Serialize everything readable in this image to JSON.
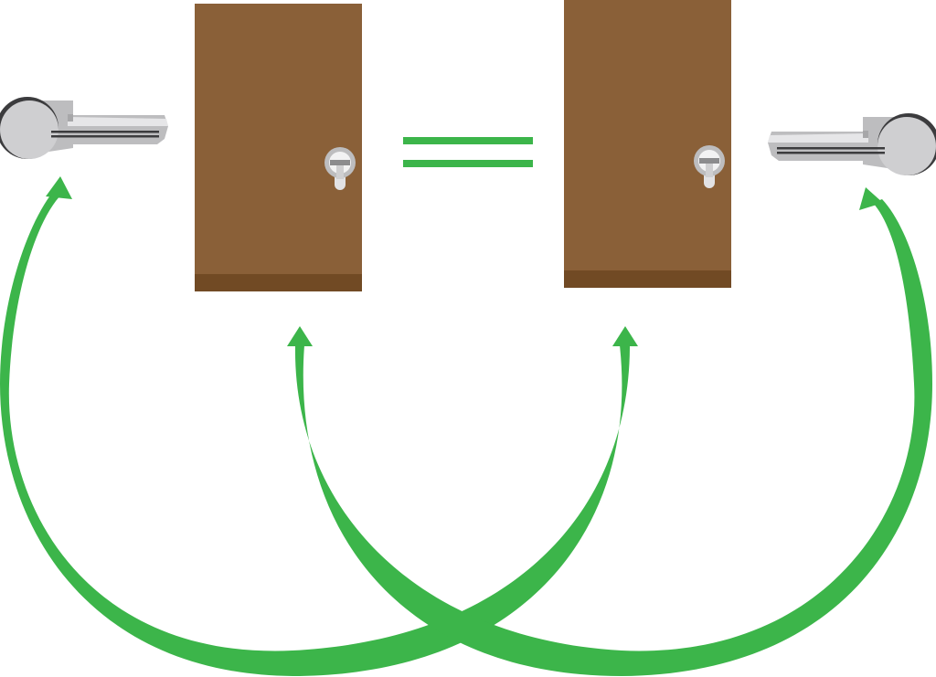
{
  "diagram": {
    "description_free": true,
    "colors": {
      "background": "#ffffff",
      "door_fill": "#8a6038",
      "door_base": "#714a24",
      "arrow_green": "#3cb54a",
      "equals_green": "#3cb54a",
      "key_light": "#d0d0d2",
      "key_mid": "#bdbdbf",
      "key_dark": "#3c3c3e"
    },
    "elements": {
      "left_key": {
        "icon": "key-icon",
        "orientation": "pointing-right"
      },
      "right_key": {
        "icon": "key-icon",
        "orientation": "pointing-left"
      },
      "left_door": {
        "icon": "door-icon",
        "has_lock": true
      },
      "right_door": {
        "icon": "door-icon",
        "has_lock": true
      },
      "equals_sign": {
        "icon": "equals-icon"
      }
    },
    "connections": [
      {
        "from": "right_door",
        "to": "left_key",
        "style": "curved-arrow"
      },
      {
        "from": "left_door",
        "to": "right_key",
        "style": "curved-arrow"
      }
    ]
  }
}
